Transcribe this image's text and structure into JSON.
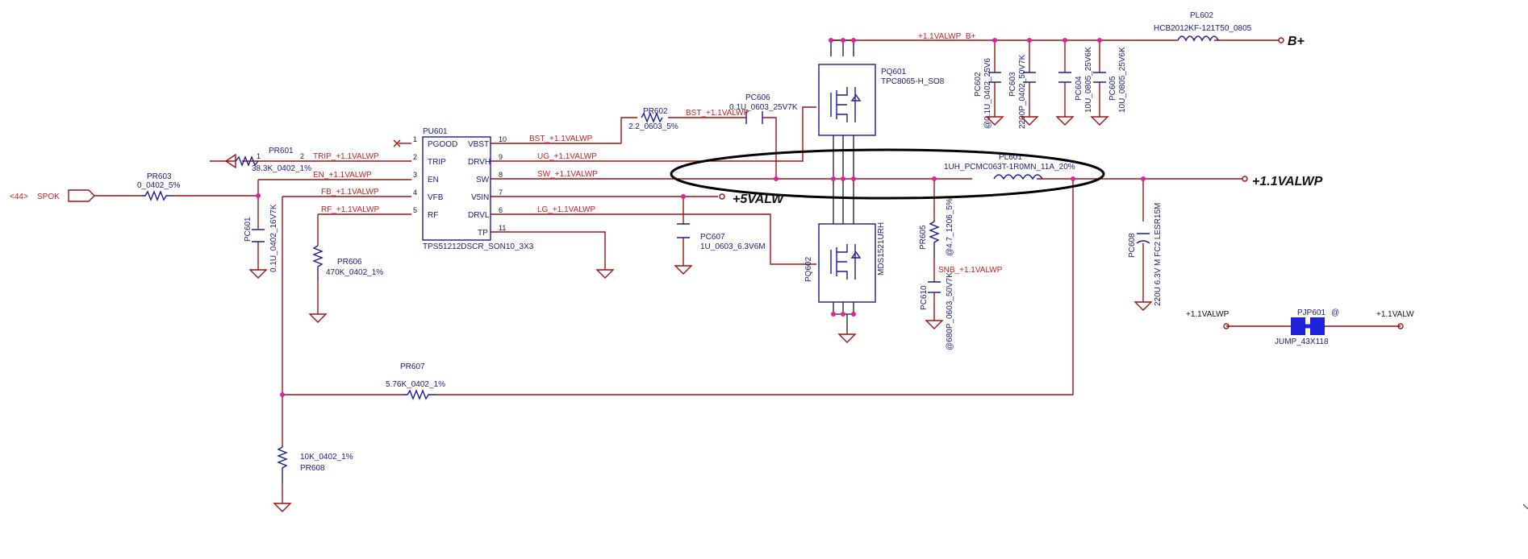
{
  "ic": {
    "ref": "PU601",
    "part": "TPS51212DSCR_SON10_3X3",
    "left_pins": [
      {
        "name": "PGOOD",
        "num": "1"
      },
      {
        "name": "TRIP",
        "num": "2"
      },
      {
        "name": "EN",
        "num": "3"
      },
      {
        "name": "VFB",
        "num": "4"
      },
      {
        "name": "RF",
        "num": "5"
      }
    ],
    "right_pins": [
      {
        "name": "VBST",
        "num": "10"
      },
      {
        "name": "DRVH",
        "num": "9"
      },
      {
        "name": "SW",
        "num": "8"
      },
      {
        "name": "V5IN",
        "num": "7"
      },
      {
        "name": "DRVL",
        "num": "6"
      },
      {
        "name": "TP",
        "num": "11"
      }
    ]
  },
  "nets": {
    "trip": "TRIP_+1.1VALWP",
    "en": "EN_+1.1VALWP",
    "fb": "FB_+1.1VALWP",
    "rf": "RF_+1.1VALWP",
    "bst_ic": "BST_+1.1VALWP",
    "bst_cap": "BST_+1.1VALWP",
    "ug": "UG_+1.1VALWP",
    "sw": "SW_+1.1VALWP",
    "lg": "LG_+1.1VALWP",
    "bplus": "+1.1VALWP_B+",
    "snub": "SNB_+1.1VALWP",
    "jump_left": "+1.1VALWP",
    "jump_right": "+1.1VALW"
  },
  "ports": {
    "spok_tag": "<44>",
    "spok": "SPOK",
    "b_plus": "B+",
    "v5": "+5VALW",
    "vout": "+1.1VALWP"
  },
  "parts": {
    "pr601": {
      "ref": "PR601",
      "value": "38.3K_0402_1%"
    },
    "pr603": {
      "ref": "PR603",
      "value": "0_0402_5%"
    },
    "pc601": {
      "ref": "PC601",
      "value": "0.1U_0402_16V7K"
    },
    "pr606": {
      "ref": "PR606",
      "value": "470K_0402_1%"
    },
    "pr607": {
      "ref": "PR607",
      "value": "5.76K_0402_1%"
    },
    "pr608": {
      "ref": "PR608",
      "value": "10K_0402_1%"
    },
    "pr602": {
      "ref": "PR602",
      "value": "2.2_0603_5%"
    },
    "pc606": {
      "ref": "PC606",
      "value": "0.1U_0603_25V7K"
    },
    "pc607": {
      "ref": "PC607",
      "value": "1U_0603_6.3V6M"
    },
    "pq601": {
      "ref": "PQ601",
      "value": "TPC8065-H_SO8"
    },
    "pq602": {
      "ref": "PQ602",
      "value": "MDS1521URH"
    },
    "pc602": {
      "ref": "PC602",
      "value": "@0.1U_0402_25V6"
    },
    "pc603": {
      "ref": "PC603",
      "value": "2200P_0402_50V7K"
    },
    "pc604": {
      "ref": "PC604",
      "value": "10U_0805_25V6K"
    },
    "pc605": {
      "ref": "PC605",
      "value": "10U_0805_25V6K"
    },
    "pl602": {
      "ref": "PL602",
      "value": "HCB2012KF-121T50_0805"
    },
    "pl601": {
      "ref": "PL601",
      "value": "1UH_PCMC063T-1R0MN_11A_20%"
    },
    "pr605": {
      "ref": "PR605",
      "value": "@4.7_1206_5%"
    },
    "pc610": {
      "ref": "PC610",
      "value": "@680P_0603_50V7K"
    },
    "pc608": {
      "ref": "PC608",
      "value": "220U 6.3V M FC2 LESR15M"
    },
    "pjp601": {
      "ref": "PJP601",
      "value": "JUMP_43X118",
      "suffix": "@"
    }
  }
}
